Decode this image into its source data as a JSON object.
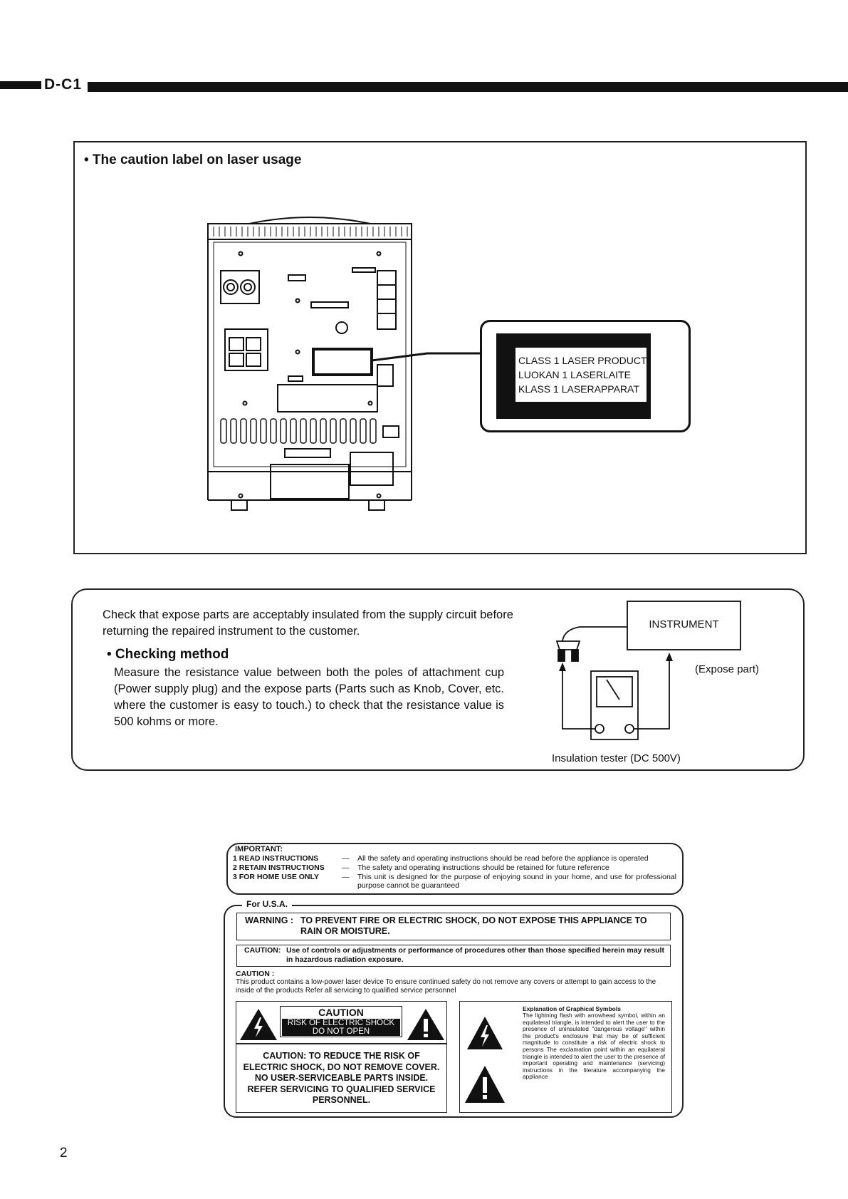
{
  "header": {
    "model_code": "D-C1"
  },
  "laser_section": {
    "title": "• The caution label on laser usage",
    "label_lines": [
      "CLASS 1 LASER PRODUCT",
      "LUOKAN 1 LASERLAITE",
      "KLASS 1 LASERAPPARAT"
    ]
  },
  "checking_section": {
    "intro": "Check that expose parts are acceptably insulated from the supply circuit before returning the repaired instrument to the customer.",
    "heading": "• Checking method",
    "body": "Measure the resistance value between both the poles of attachment cup (Power supply plug) and the expose parts (Parts such as Knob, Cover, etc. where the customer is easy to touch.) to check that the resistance value is 500 kohms or more.",
    "diagram": {
      "instrument_label": "INSTRUMENT",
      "expose_label": "(Expose part)",
      "tester_label": "Insulation tester (DC 500V)"
    }
  },
  "important_box": {
    "title": "IMPORTANT:",
    "items": [
      {
        "key": "1  READ INSTRUCTIONS",
        "dash": "—",
        "text": "All the safety and operating instructions should be read before the appliance is operated"
      },
      {
        "key": "2  RETAIN INSTRUCTIONS",
        "dash": "—",
        "text": "The safety and operating instructions should be retained for future reference"
      },
      {
        "key": "3  FOR HOME USE ONLY",
        "dash": "—",
        "text": "This unit is designed for the purpose of enjoying sound in your home, and use for professional purpose cannot be guaranteed"
      }
    ]
  },
  "usa_box": {
    "legend": "For U.S.A.",
    "warning_label": "WARNING :",
    "warning_text": "TO PREVENT FIRE OR ELECTRIC SHOCK, DO NOT EXPOSE THIS APPLIANCE TO RAIN OR MOISTURE.",
    "caution1_label": "CAUTION:",
    "caution1_text": "Use of controls or adjustments or performance of procedures other than those specified herein may result in hazardous radiation exposure.",
    "caution2_title": "CAUTION :",
    "caution2_text": "This product contains a low-power laser device  To ensure continued safety do not remove any covers or attempt to gain access to the inside of the products  Refer all servicing to qualified service personnel",
    "shock_panel": {
      "caution_head": "CAUTION",
      "caution_sub_1": "RISK OF ELECTRIC SHOCK",
      "caution_sub_2": "DO NOT OPEN",
      "notice": "CAUTION: TO REDUCE THE RISK OF ELECTRIC SHOCK, DO NOT REMOVE COVER.  NO  USER-SERVICEABLE PARTS INSIDE. REFER SERVICING TO QUALIFIED SERVICE PERSONNEL."
    },
    "symbols_panel": {
      "title": "Explanation of Graphical Symbols",
      "text": "The lightning flash with arrowhead symbol, within an equilateral triangle, is intended to alert the user to the presence of uninsulated \"dangerous voltage\" within the product's enclosure that may be of sufficient magnitude to constitute a risk of electric shock to persons The exclamation point within an equilateral triangle is intended to alert the user to the presence of important operating and maintenance (servicing) instructions in the literature accompanying the appliance"
    }
  },
  "footer": {
    "page_number": "2"
  }
}
